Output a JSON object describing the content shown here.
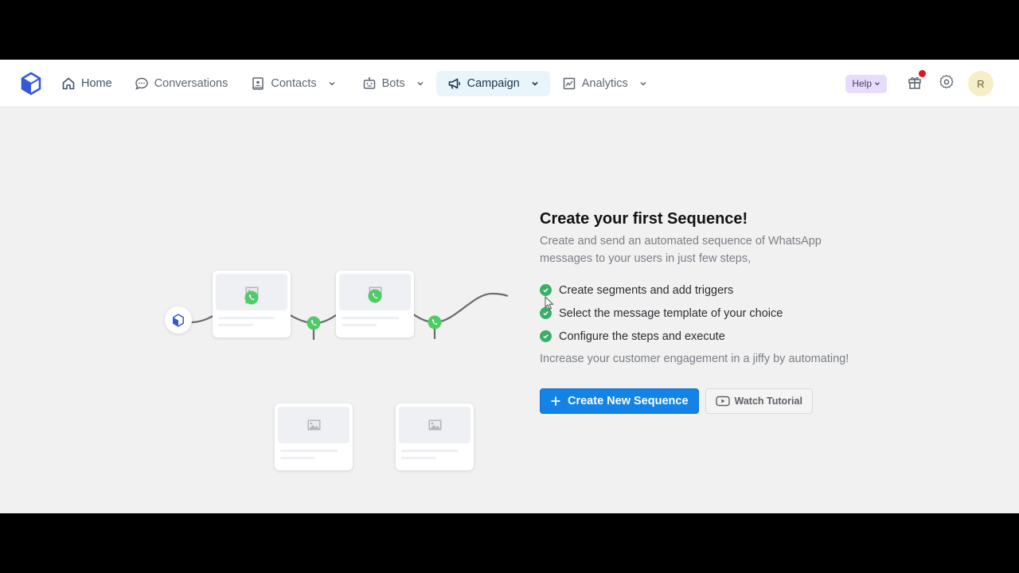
{
  "nav": {
    "logo": "brand-cube-logo",
    "items": [
      {
        "label": "Home",
        "icon": "home-icon",
        "has_dropdown": false,
        "active": false
      },
      {
        "label": "Conversations",
        "icon": "chat-bubble-icon",
        "has_dropdown": false,
        "active": false
      },
      {
        "label": "Contacts",
        "icon": "contact-book-icon",
        "has_dropdown": true,
        "active": false
      },
      {
        "label": "Bots",
        "icon": "robot-icon",
        "has_dropdown": true,
        "active": false
      },
      {
        "label": "Campaign",
        "icon": "megaphone-icon",
        "has_dropdown": true,
        "active": true
      },
      {
        "label": "Analytics",
        "icon": "chart-icon",
        "has_dropdown": true,
        "active": false
      }
    ]
  },
  "toolbar": {
    "help_label": "Help",
    "gift_icon": "gift-icon",
    "notification_dot": true,
    "settings_icon": "gear-icon",
    "avatar_initial": "R"
  },
  "empty_state": {
    "title": "Create your first Sequence!",
    "subtitle": "Create and send an automated sequence of WhatsApp messages to your users in just few steps,",
    "steps": [
      "Create segments and add triggers",
      "Select the message template of your choice",
      "Configure the steps and execute"
    ],
    "footer": "Increase your customer engagement in a jiffy by automating!",
    "primary_button": "Create New Sequence",
    "secondary_button": "Watch Tutorial"
  },
  "colors": {
    "primary": "#1383e8",
    "check_green": "#3cae66",
    "whatsapp_green": "#4fcb68",
    "brand_blue": "#3558d6",
    "active_nav_bg": "#e8f5fa",
    "help_bg": "#e8dcfb",
    "notification_red": "#e0141e"
  }
}
